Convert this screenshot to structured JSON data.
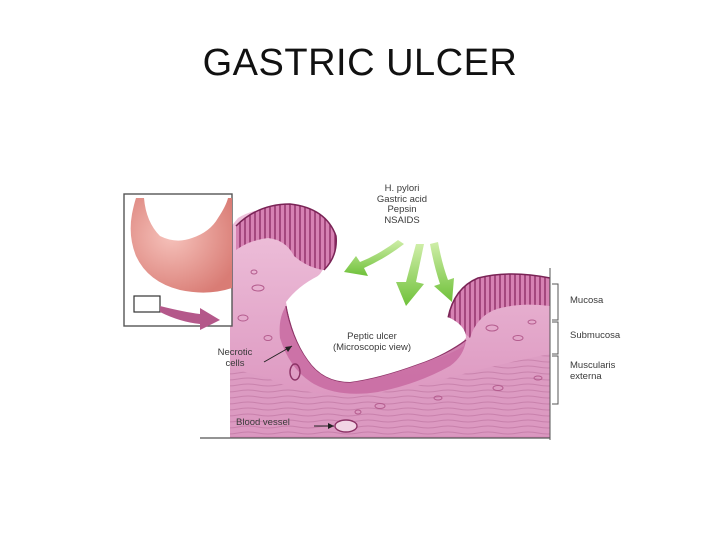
{
  "slide": {
    "title": "GASTRIC ULCER"
  },
  "diagram": {
    "causes": {
      "line1": "H. pylori",
      "line2": "Gastric acid",
      "line3": "Pepsin",
      "line4": "NSAIDS"
    },
    "ulcer_label": {
      "line1": "Peptic ulcer",
      "line2": "(Microscopic view)"
    },
    "necrotic_label": {
      "line1": "Necrotic",
      "line2": "cells"
    },
    "vessel_label": "Blood vessel",
    "layers": {
      "mucosa": "Mucosa",
      "submucosa": "Submucosa",
      "muscularis_line1": "Muscularis",
      "muscularis_line2": "externa"
    },
    "colors": {
      "tissue": "#e2a9c9",
      "mucosa": "#b9548e",
      "arrow_green": "#7ac943",
      "zoom_arrow": "#b4588a",
      "stomach": "#e8908a"
    }
  }
}
